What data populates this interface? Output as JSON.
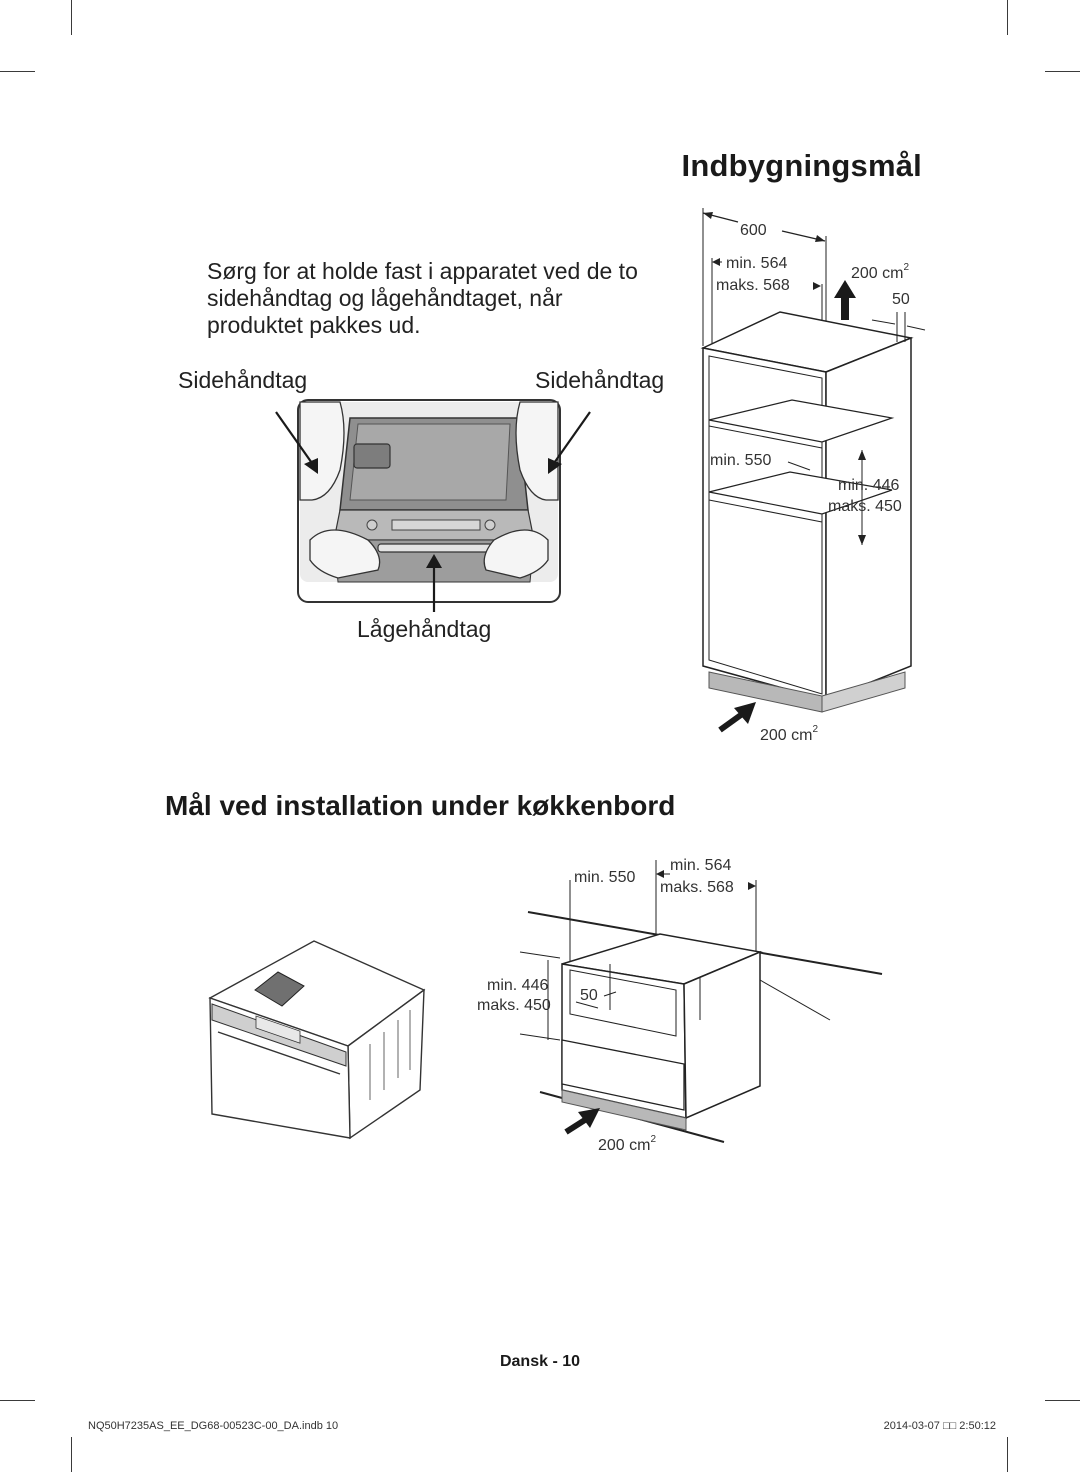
{
  "section1": {
    "title": "Indbygningsmål",
    "instruction": "Sørg for at holde fast i apparatet ved de to sidehåndtag og lågehåndtaget, når produktet pakkes ud.",
    "handle_left": "Sidehåndtag",
    "handle_right": "Sidehåndtag",
    "door_handle": "Lågehåndtag"
  },
  "tall_cabinet": {
    "width": "600",
    "inner_min": "min. 564",
    "inner_max": "maks. 568",
    "vent_top": "200 cm",
    "vent_top_sup": "2",
    "gap": "50",
    "depth_min": "min. 550",
    "height_min": "min. 446",
    "height_max": "maks. 450",
    "vent_bottom": "200 cm",
    "vent_bottom_sup": "2"
  },
  "section2": {
    "title": "Mål ved installation under køkkenbord"
  },
  "undercounter": {
    "depth_min": "min. 550",
    "inner_min": "min. 564",
    "inner_max": "maks. 568",
    "height_min": "min. 446",
    "height_max": "maks. 450",
    "gap": "50",
    "vent": "200 cm",
    "vent_sup": "2"
  },
  "footer": {
    "page_label": "Dansk - 10",
    "file": "NQ50H7235AS_EE_DG68-00523C-00_DA.indb   10",
    "date": "2014-03-07",
    "time_glyph": "□□",
    "time": "2:50:12"
  }
}
